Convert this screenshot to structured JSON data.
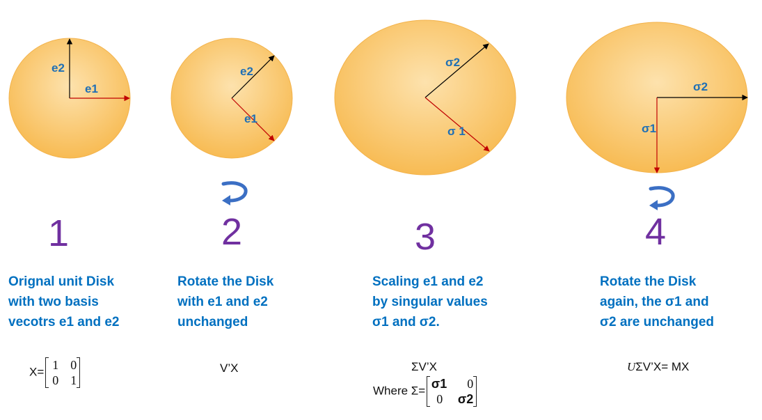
{
  "colors": {
    "disk_fill_top": "#fcd89a",
    "disk_fill_bottom": "#f6b64a",
    "e1_arrow": "#c00000",
    "e2_arrow": "#000000",
    "label": "#1f6fb5",
    "step_number": "#7030a0",
    "description": "#0070c0",
    "rotate_arrow": "#3b6fc4"
  },
  "panels": [
    {
      "number": "1",
      "labels": {
        "a": "e2",
        "b": "e1"
      },
      "description": [
        "Orignal unit Disk",
        "with two basis",
        "vecotrs e1 and e2"
      ],
      "formula": {
        "prefix": "X=",
        "matrix": [
          [
            "1",
            "0"
          ],
          [
            "0",
            "1"
          ]
        ]
      }
    },
    {
      "number": "2",
      "labels": {
        "a": "e2",
        "b": "e1"
      },
      "description": [
        "Rotate the Disk",
        "with e1 and e2",
        "unchanged"
      ],
      "formula": {
        "text": "V’X"
      },
      "rotate_icon": "counterclockwise-rotate-arrow-icon"
    },
    {
      "number": "3",
      "labels": {
        "a": "σ2",
        "b": "σ 1"
      },
      "description": [
        "Scaling e1 and e2",
        "by singular values",
        "σ1 and σ2."
      ],
      "formula": {
        "text": "ΣV’X",
        "where_prefix": "Where Σ=",
        "matrix": [
          [
            "σ1",
            "0"
          ],
          [
            "0",
            "σ2"
          ]
        ]
      }
    },
    {
      "number": "4",
      "labels": {
        "a": "σ2",
        "b": "σ1"
      },
      "description": [
        "Rotate the Disk",
        "again, the σ1 and",
        "σ2 are unchanged"
      ],
      "formula": {
        "text_italic": "U",
        "text": "ΣV’X= MX"
      },
      "rotate_icon": "counterclockwise-rotate-arrow-icon"
    }
  ]
}
